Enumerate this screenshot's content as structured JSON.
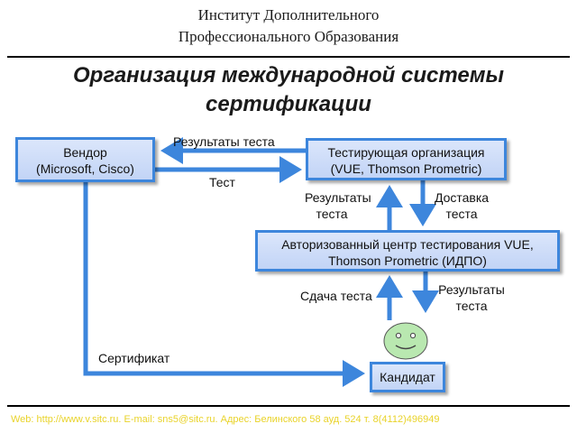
{
  "header": {
    "institute_line1": "Институт Дополнительного",
    "institute_line2": "Профессионального Образования",
    "title_line1": "Организация международной системы",
    "title_line2": "сертификации"
  },
  "boxes": {
    "vendor": {
      "line1": "Вендор",
      "line2": "(Microsoft, Cisco)"
    },
    "testing_org": {
      "line1": "Тестирующая организация",
      "line2": "(VUE, Thomson Prometric)"
    },
    "center": {
      "line1": "Авторизованный центр тестирования VUE,",
      "line2": "Thomson Prometric (ИДПО)"
    },
    "candidate": {
      "label": "Кандидат"
    }
  },
  "arrows": {
    "results_to_vendor": "Результаты теста",
    "test": "Тест",
    "results_up_line1": "Результаты",
    "results_up_line2": "теста",
    "delivery_line1": "Доставка",
    "delivery_line2": "теста",
    "pass_test": "Сдача теста",
    "results_down_line1": "Результаты",
    "results_down_line2": "теста",
    "certificate": "Сертификат"
  },
  "footer": {
    "text": "Web: http://www.v.sitc.ru. E-mail: sns5@sitc.ru. Адрес: Белинского 58 ауд. 524 т. 8(4112)496949"
  },
  "colors": {
    "arrow": "#3d86dc",
    "box_border": "#3d86dc",
    "box_fill": "#c9d9f8",
    "face": "#b9e8b0",
    "footer_text": "#e9d32a"
  }
}
